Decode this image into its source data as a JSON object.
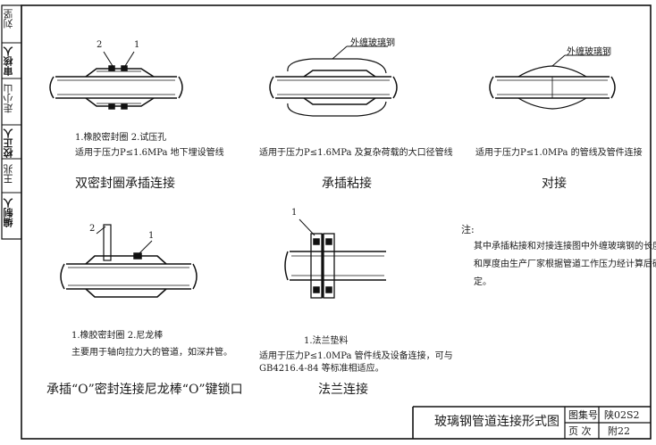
{
  "side_strip": {
    "designer": "编制人",
    "designer_sig": "王兆",
    "checker": "校正人",
    "checker_sig": "走小山",
    "approver": "审核人",
    "approver_sig": "刘坚"
  },
  "panel_1": {
    "callout_2": "2",
    "callout_1": "1",
    "note_parts": "1.橡胶密封圈 2.试压孔",
    "note_usage": "适用于压力P≤1.6MPa 地下埋设管线",
    "caption": "双密封圈承插连接"
  },
  "panel_2": {
    "overwrap_label": "外缠玻璃钢",
    "note_usage": "适用于压力P≤1.6MPa 及复杂荷载的大口径管线",
    "caption": "承插粘接"
  },
  "panel_3": {
    "overwrap_label": "外缠玻璃钢",
    "note_usage": "适用于压力P≤1.0MPa 的管线及管件连接",
    "caption": "对接"
  },
  "panel_4": {
    "callout_2": "2",
    "callout_1": "1",
    "note_parts": "1.橡胶密封圈 2.尼龙棒",
    "note_usage": "主要用于轴向拉力大的管道，如深井管。",
    "caption": "承插“O”密封连接尼龙棒“O”键锁口"
  },
  "panel_5": {
    "callout_1": "1",
    "note_parts": "1.法兰垫料",
    "note_usage_1": "适用于压力P≤1.0MPa 管件线及设备连接，可与",
    "note_usage_2": "GB4216.4-84 等标准相适应。",
    "caption": "法兰连接"
  },
  "notes": {
    "heading": "注:",
    "line_1": "其中承插粘接和对接连接图中外缠玻璃钢的长度",
    "line_2": "和厚度由生产厂家根据管道工作压力经计算后确",
    "line_3": "定。"
  },
  "title_block": {
    "title": "玻璃钢管道连接形式图",
    "atlas_label": "图集号",
    "atlas_value": "陕02S2",
    "page_label": "页 次",
    "page_value": "附22"
  }
}
